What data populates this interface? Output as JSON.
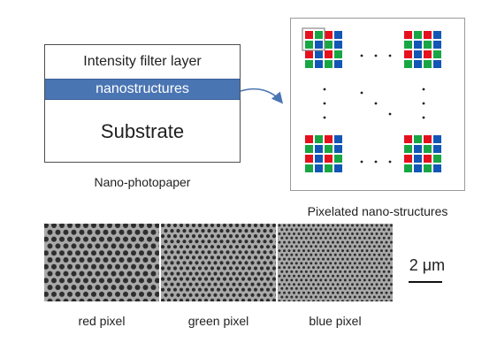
{
  "colors": {
    "red": "#e5101d",
    "green": "#18a645",
    "blue": "#1257b6",
    "layer": "#4a75b3",
    "sem_bg": "#a9a9a9",
    "sem_hole": "#2e2e2e"
  },
  "layers": {
    "filter": "Intensity filter layer",
    "nanostructures": "nanostructures",
    "substrate": "Substrate"
  },
  "captions": {
    "nano_photopaper": "Nano-photopaper",
    "pixelated": "Pixelated nano-structures"
  },
  "pixel_panel": {
    "cluster_pattern": [
      [
        "red",
        "green",
        "red",
        "blue"
      ],
      [
        "green",
        "blue",
        "green",
        "blue"
      ],
      [
        "red",
        "blue",
        "red",
        "green"
      ],
      [
        "green",
        "blue",
        "green",
        "blue"
      ]
    ]
  },
  "sem": [
    {
      "label": "red pixel",
      "hole_size": "large"
    },
    {
      "label": "green pixel",
      "hole_size": "medium"
    },
    {
      "label": "blue pixel",
      "hole_size": "small"
    }
  ],
  "scale_bar": {
    "label": "2 μm"
  }
}
